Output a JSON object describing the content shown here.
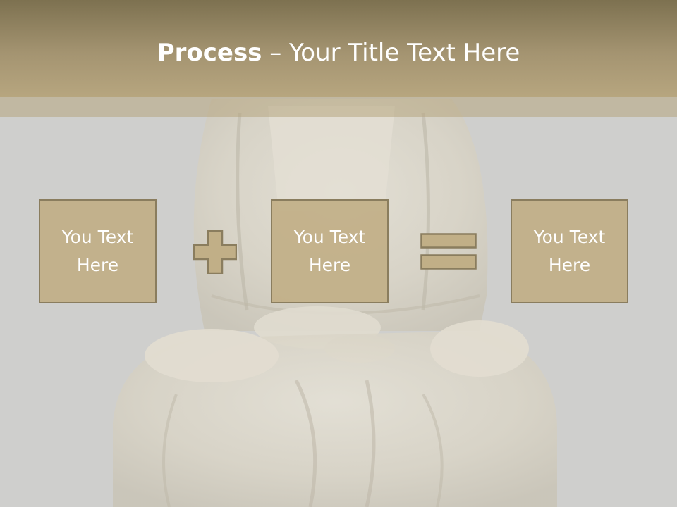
{
  "title": {
    "bold": "Process",
    "rest": " – Your Title Text Here"
  },
  "boxes": [
    {
      "text": "You Text Here"
    },
    {
      "text": "You Text Here"
    },
    {
      "text": "You Text Here"
    }
  ],
  "operators": {
    "first": "plus-icon",
    "second": "equals-icon"
  },
  "colors": {
    "title_bar": "#a49471",
    "box_fill": "#c1af87",
    "box_border": "#8a7d5e",
    "background": "#cfcfcd",
    "text": "#ffffff"
  }
}
